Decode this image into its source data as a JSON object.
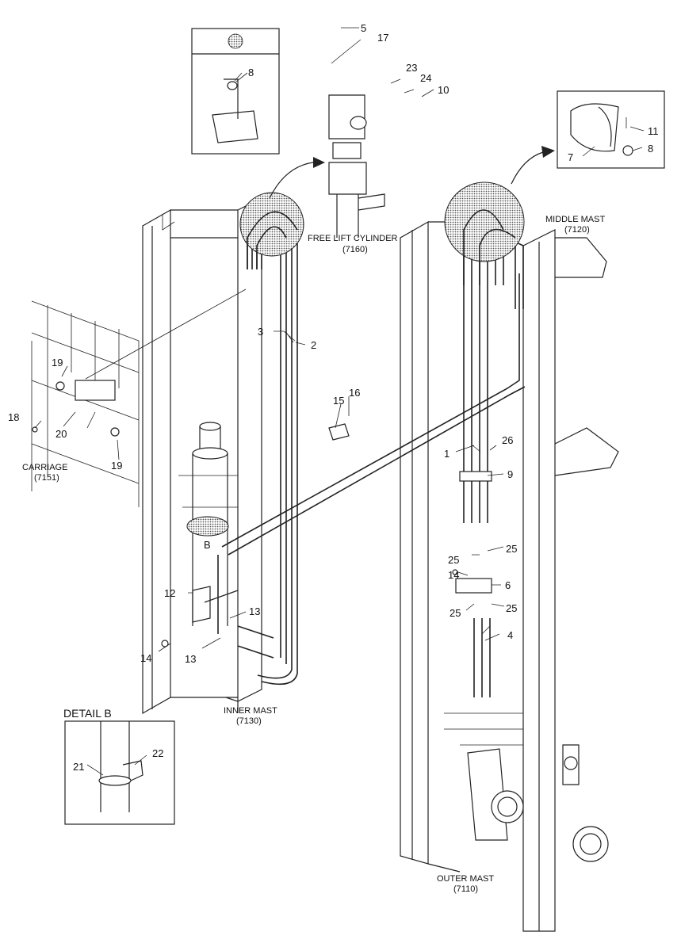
{
  "assemblies": {
    "free_lift_cylinder": {
      "name": "FREE LIFT CYLINDER",
      "code": "(7160)"
    },
    "middle_mast": {
      "name": "MIDDLE MAST",
      "code": "(7120)"
    },
    "carriage": {
      "name": "CARRIAGE",
      "code": "(7151)"
    },
    "inner_mast": {
      "name": "INNER MAST",
      "code": "(7130)"
    },
    "outer_mast": {
      "name": "OUTER MAST",
      "code": "(7110)"
    }
  },
  "detail": {
    "title": "DETAIL B",
    "marker": "B"
  },
  "callouts": {
    "c1": "1",
    "c2": "2",
    "c3": "3",
    "c4": "4",
    "c5": "5",
    "c6": "6",
    "c7": "7",
    "c8a": "8",
    "c8b": "8",
    "c9": "9",
    "c10": "10",
    "c11": "11",
    "c12": "12",
    "c13a": "13",
    "c13b": "13",
    "c14a": "14",
    "c14b": "14",
    "c15": "15",
    "c16": "16",
    "c17": "17",
    "c18": "18",
    "c19a": "19",
    "c19b": "19",
    "c20": "20",
    "c21": "21",
    "c22": "22",
    "c23": "23",
    "c24": "24",
    "c25a": "25",
    "c25b": "25",
    "c25c": "25",
    "c25d": "25",
    "c26": "26"
  }
}
